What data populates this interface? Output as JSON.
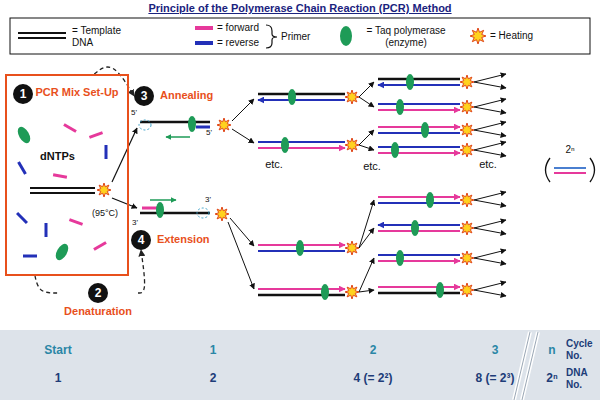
{
  "diagram": {
    "title": "Principle of the Polymerase Chain Reaction (PCR) Method",
    "nodes": [
      {
        "text": [
          "PCR Mix Set-Up",
          "dNTPs"
        ]
      },
      {
        "text": [
          "1"
        ],
        "in": 0
      },
      {
        "text": [
          "2",
          "Denaturation"
        ]
      },
      {
        "text": [
          "3",
          "Annealing"
        ]
      },
      {
        "text": [
          "4",
          "Extension"
        ]
      }
    ],
    "edges": [
      {
        "from": 0,
        "to": 3,
        "arrow": "to"
      },
      {
        "from": 0,
        "to": 2,
        "arrow": "none"
      },
      {
        "from": 2,
        "to": 4,
        "arrow": "to"
      }
    ],
    "labels": [
      "(95°C)",
      "5'",
      "5'",
      "3'",
      "3'",
      "etc.",
      "etc.",
      "etc.",
      "2ⁿ",
      "Primer",
      "Start",
      "1",
      "2",
      "3",
      "n",
      "Cycle No.",
      "1",
      "2",
      "4 (= 2²)",
      "8 (= 2³)",
      "2ⁿ",
      "DNA No."
    ],
    "legend": [
      {
        "text": "= Template DNA"
      },
      {
        "text": "= forward",
        "color": "#e6399b"
      },
      {
        "text": "= reverse",
        "color": "#2330b8"
      },
      {
        "text": "= Taq polymerase (enzyme)"
      },
      {
        "text": "= Heating"
      }
    ]
  }
}
